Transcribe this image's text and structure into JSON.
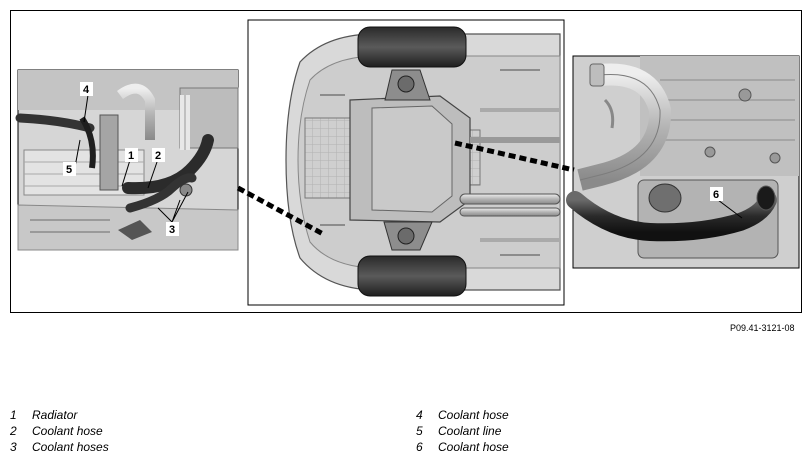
{
  "figure_ref": "P09.41-3121-08",
  "callouts": [
    "1",
    "2",
    "3",
    "4",
    "5",
    "6"
  ],
  "legend": [
    {
      "num": "1",
      "label": "Radiator"
    },
    {
      "num": "2",
      "label": "Coolant hose"
    },
    {
      "num": "3",
      "label": "Coolant hoses"
    },
    {
      "num": "4",
      "label": "Coolant hose"
    },
    {
      "num": "5",
      "label": "Coolant line"
    },
    {
      "num": "6",
      "label": "Coolant hose"
    }
  ]
}
